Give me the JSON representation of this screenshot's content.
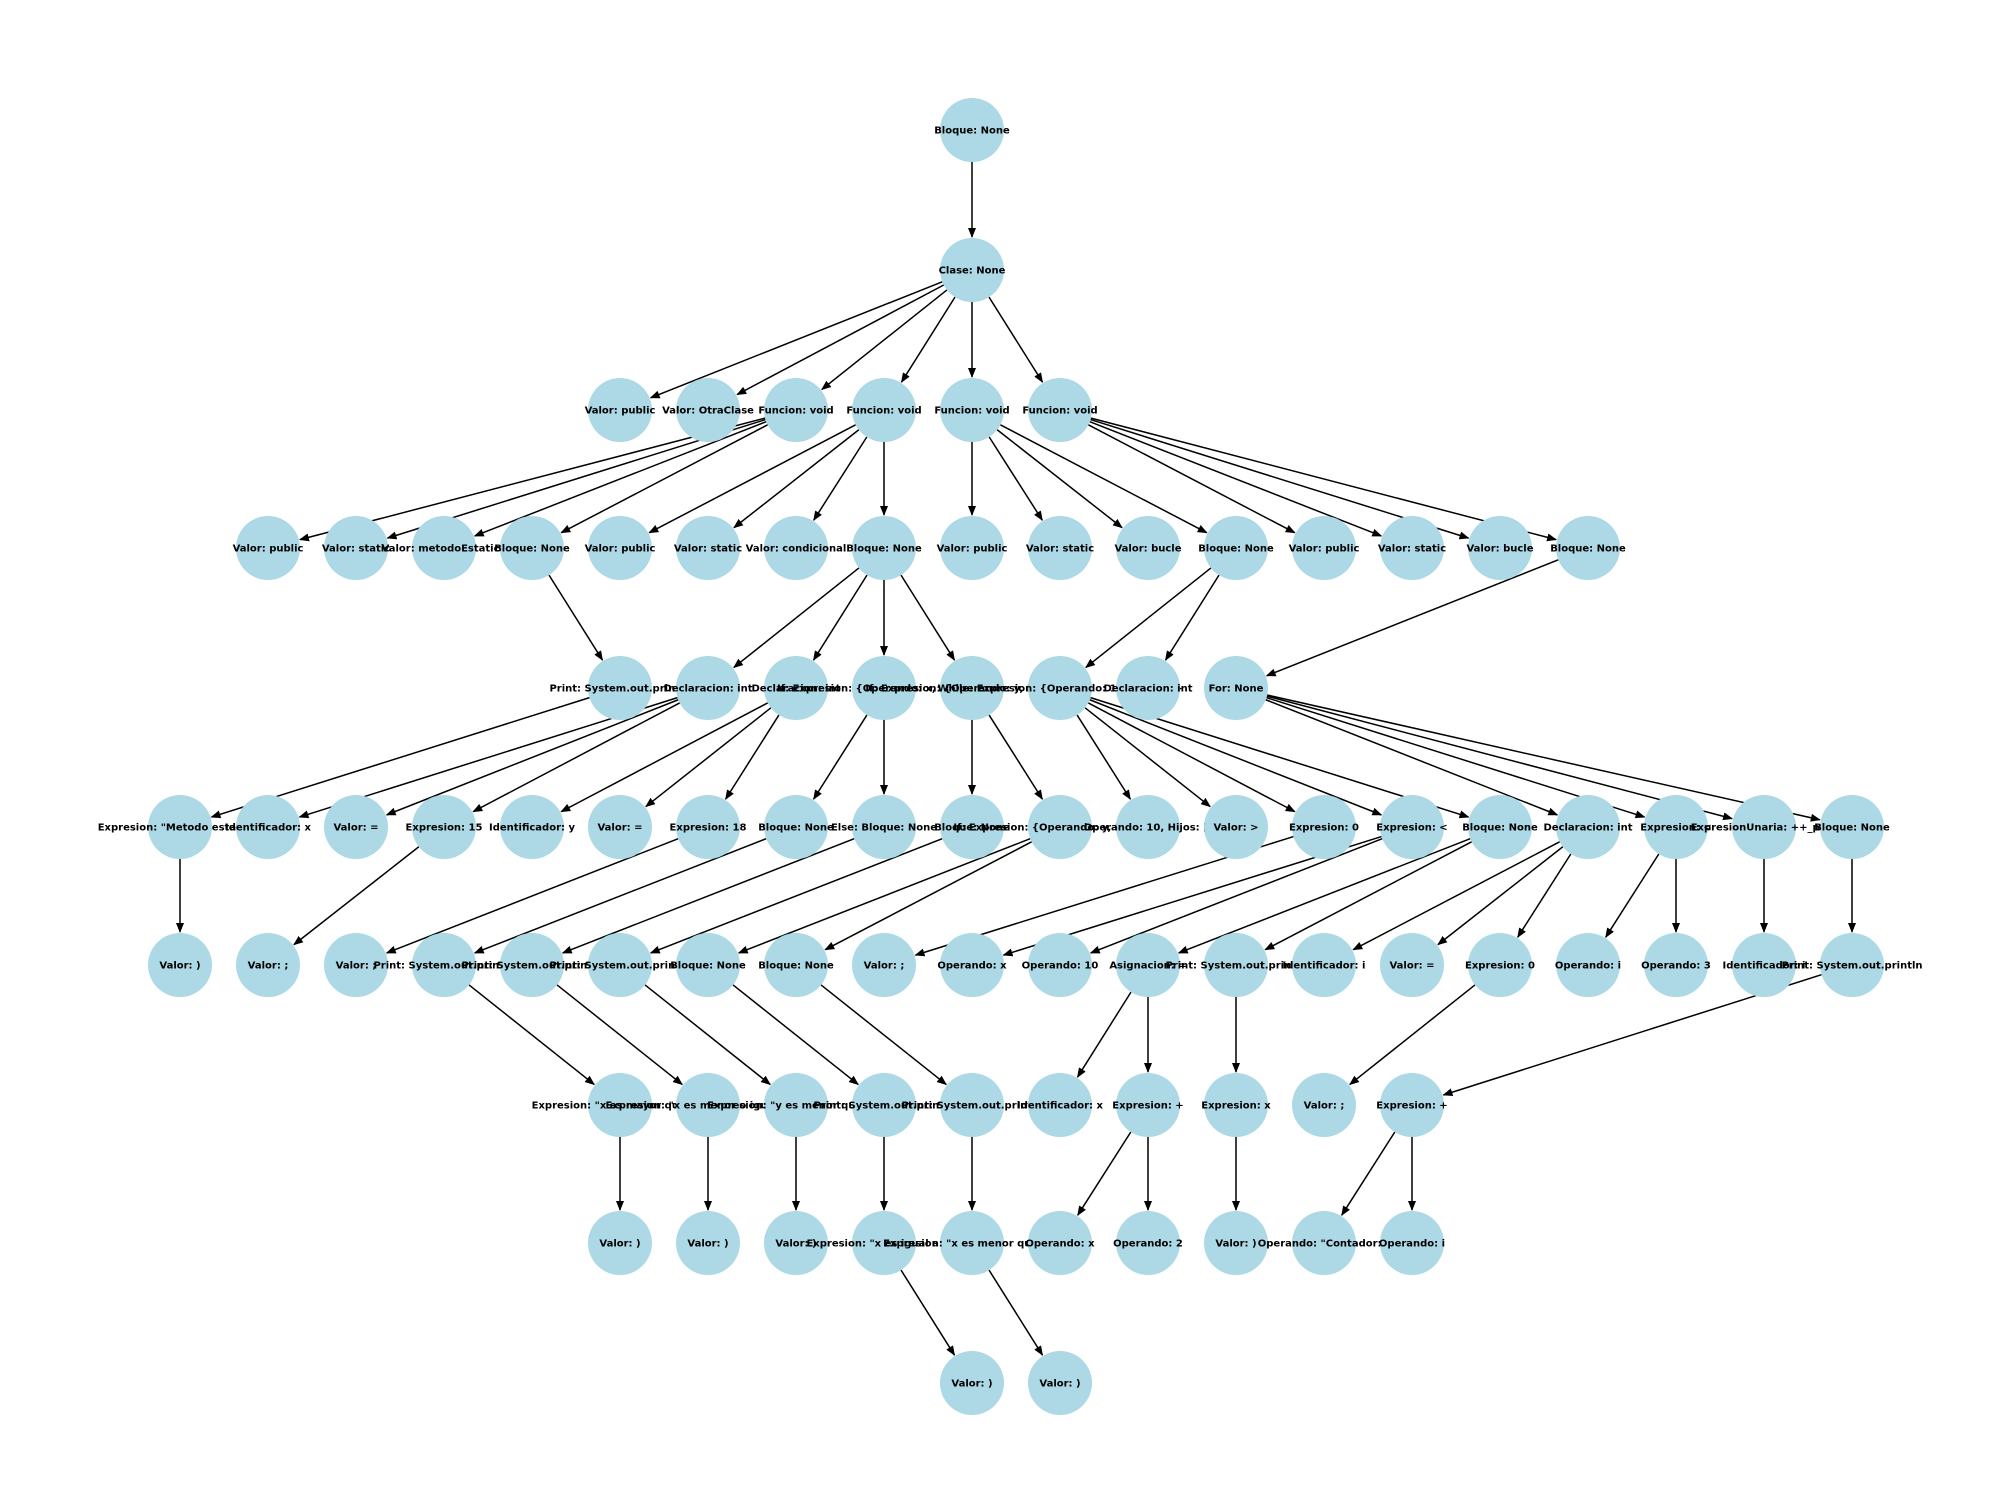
{
  "colors": {
    "node_fill": "#add8e6",
    "edge": "#000000",
    "text": "#000000",
    "background": "#ffffff"
  },
  "tree": {
    "nodes": [
      {
        "id": "root",
        "label": "Bloque: None"
      },
      {
        "id": "clase",
        "label": "Clase: None"
      },
      {
        "id": "c_public",
        "label": "Valor: public"
      },
      {
        "id": "c_otraclase",
        "label": "Valor: OtraClase"
      },
      {
        "id": "f1",
        "label": "Funcion: void"
      },
      {
        "id": "f2",
        "label": "Funcion: void"
      },
      {
        "id": "f3",
        "label": "Funcion: void"
      },
      {
        "id": "f4",
        "label": "Funcion: void"
      },
      {
        "id": "f1_public",
        "label": "Valor: public"
      },
      {
        "id": "f1_static",
        "label": "Valor: static"
      },
      {
        "id": "f1_name",
        "label": "Valor: metodoEstatico"
      },
      {
        "id": "f1_bloque",
        "label": "Bloque: None"
      },
      {
        "id": "f2_public",
        "label": "Valor: public"
      },
      {
        "id": "f2_static",
        "label": "Valor: static"
      },
      {
        "id": "f2_name",
        "label": "Valor: condicional"
      },
      {
        "id": "f2_bloque",
        "label": "Bloque: None"
      },
      {
        "id": "f3_public",
        "label": "Valor: public"
      },
      {
        "id": "f3_static",
        "label": "Valor: static"
      },
      {
        "id": "f3_name",
        "label": "Valor: bucle"
      },
      {
        "id": "f3_bloque",
        "label": "Bloque: None"
      },
      {
        "id": "f4_public",
        "label": "Valor: public"
      },
      {
        "id": "f4_static",
        "label": "Valor: static"
      },
      {
        "id": "f4_name",
        "label": "Valor: bucle"
      },
      {
        "id": "f4_bloque",
        "label": "Bloque: None"
      },
      {
        "id": "l4_print",
        "label": "Print: System.out.println"
      },
      {
        "id": "l4_decl1",
        "label": "Declaracion: int"
      },
      {
        "id": "l4_decl2",
        "label": "Declaracion: int"
      },
      {
        "id": "l4_if1",
        "label": "If: Expresion: {Operando: x, Hijos: []}"
      },
      {
        "id": "l4_if2",
        "label": "If: Expresion: {Operando: y, Hijos: []}"
      },
      {
        "id": "l4_while",
        "label": "While: Expresion: {Operando: 10, Hijos: []}"
      },
      {
        "id": "l4_decl3",
        "label": "Declaracion: int"
      },
      {
        "id": "l4_for",
        "label": "For: None"
      },
      {
        "id": "l5_expmetodo",
        "label": "Expresion: \"Metodo estatico\""
      },
      {
        "id": "l5_idx",
        "label": "Identificador: x"
      },
      {
        "id": "l5_eq1",
        "label": "Valor: ="
      },
      {
        "id": "l5_exp15",
        "label": "Expresion: 15"
      },
      {
        "id": "l5_idy",
        "label": "Identificador: y"
      },
      {
        "id": "l5_eq2",
        "label": "Valor: ="
      },
      {
        "id": "l5_exp18",
        "label": "Expresion: 18"
      },
      {
        "id": "l5_bloque_a",
        "label": "Bloque: None"
      },
      {
        "id": "l5_else1",
        "label": "Else: Bloque: None"
      },
      {
        "id": "l5_bloque_b",
        "label": "Bloque: None"
      },
      {
        "id": "l5_if3",
        "label": "If: Expresion: {Operando: y, Hijos: []}"
      },
      {
        "id": "l5_operando10",
        "label": "Operando: 10, Hijos: []"
      },
      {
        "id": "l5_valorgt",
        "label": "Valor: >"
      },
      {
        "id": "l5_exp0a",
        "label": "Expresion: 0"
      },
      {
        "id": "l5_explt",
        "label": "Expresion: <"
      },
      {
        "id": "l5_bloque_c",
        "label": "Bloque: None"
      },
      {
        "id": "l5_declint",
        "label": "Declaracion: int"
      },
      {
        "id": "l5_expfor",
        "label": "Expresion: <"
      },
      {
        "id": "l5_expun",
        "label": "ExpresionUnaria: ++_post"
      },
      {
        "id": "l5_bloque_d",
        "label": "Bloque: None"
      },
      {
        "id": "l6_valparen",
        "label": "Valor: )"
      },
      {
        "id": "l6_semi1",
        "label": "Valor: ;"
      },
      {
        "id": "l6_semi2",
        "label": "Valor: ;"
      },
      {
        "id": "l6_print1",
        "label": "Print: System.out.println"
      },
      {
        "id": "l6_print2",
        "label": "Print: System.out.println"
      },
      {
        "id": "l6_print3",
        "label": "Print: System.out.println"
      },
      {
        "id": "l6_bloque1",
        "label": "Bloque: None"
      },
      {
        "id": "l6_bloque2",
        "label": "Bloque: None"
      },
      {
        "id": "l6_semi3",
        "label": "Valor: ;"
      },
      {
        "id": "l6_opx",
        "label": "Operando: x"
      },
      {
        "id": "l6_op10",
        "label": "Operando: 10"
      },
      {
        "id": "l6_asig",
        "label": "Asignacion: ="
      },
      {
        "id": "l6_print4",
        "label": "Print: System.out.println"
      },
      {
        "id": "l6_idi",
        "label": "Identificador: i"
      },
      {
        "id": "l6_eq",
        "label": "Valor: ="
      },
      {
        "id": "l6_exp0",
        "label": "Expresion: 0"
      },
      {
        "id": "l6_opi",
        "label": "Operando: i"
      },
      {
        "id": "l6_op3",
        "label": "Operando: 3"
      },
      {
        "id": "l6_idi2",
        "label": "Identificador: i"
      },
      {
        "id": "l6_print5",
        "label": "Print: System.out.println"
      },
      {
        "id": "l7_exp1",
        "label": "Expresion: \"x es mayor que 10\""
      },
      {
        "id": "l7_exp2",
        "label": "Expresion: \"x es menor o igual a 10\""
      },
      {
        "id": "l7_exp3",
        "label": "Expresion: \"y es menor que 20\""
      },
      {
        "id": "l7_print6",
        "label": "Print: System.out.println"
      },
      {
        "id": "l7_print7",
        "label": "Print: System.out.println"
      },
      {
        "id": "l7_idx",
        "label": "Identificador: x"
      },
      {
        "id": "l7_expplus",
        "label": "Expresion: +"
      },
      {
        "id": "l7_expx",
        "label": "Expresion: x"
      },
      {
        "id": "l7_semi",
        "label": "Valor: ;"
      },
      {
        "id": "l7_expplus2",
        "label": "Expresion: +"
      },
      {
        "id": "l8_paren1",
        "label": "Valor: )"
      },
      {
        "id": "l8_paren2",
        "label": "Valor: )"
      },
      {
        "id": "l8_paren3",
        "label": "Valor: )"
      },
      {
        "id": "l8_exp4",
        "label": "Expresion: \"x es igual a 10\""
      },
      {
        "id": "l8_exp5",
        "label": "Expresion: \"x es menor que 10\""
      },
      {
        "id": "l8_opx",
        "label": "Operando: x"
      },
      {
        "id": "l8_op2",
        "label": "Operando: 2"
      },
      {
        "id": "l8_paren4",
        "label": "Valor: )"
      },
      {
        "id": "l8_opcont",
        "label": "Operando: \"Contador: \""
      },
      {
        "id": "l8_opi",
        "label": "Operando: i"
      },
      {
        "id": "l9_paren1",
        "label": "Valor: )"
      },
      {
        "id": "l9_paren2",
        "label": "Valor: )"
      }
    ],
    "edges": [
      [
        "root",
        "clase"
      ],
      [
        "clase",
        "c_public"
      ],
      [
        "clase",
        "c_otraclase"
      ],
      [
        "clase",
        "f1"
      ],
      [
        "clase",
        "f2"
      ],
      [
        "clase",
        "f3"
      ],
      [
        "clase",
        "f4"
      ],
      [
        "f1",
        "f1_public"
      ],
      [
        "f1",
        "f1_static"
      ],
      [
        "f1",
        "f1_name"
      ],
      [
        "f1",
        "f1_bloque"
      ],
      [
        "f2",
        "f2_public"
      ],
      [
        "f2",
        "f2_static"
      ],
      [
        "f2",
        "f2_name"
      ],
      [
        "f2",
        "f2_bloque"
      ],
      [
        "f3",
        "f3_public"
      ],
      [
        "f3",
        "f3_static"
      ],
      [
        "f3",
        "f3_name"
      ],
      [
        "f3",
        "f3_bloque"
      ],
      [
        "f4",
        "f4_public"
      ],
      [
        "f4",
        "f4_static"
      ],
      [
        "f4",
        "f4_name"
      ],
      [
        "f4",
        "f4_bloque"
      ],
      [
        "f1_bloque",
        "l4_print"
      ],
      [
        "f2_bloque",
        "l4_decl1"
      ],
      [
        "f2_bloque",
        "l4_decl2"
      ],
      [
        "f2_bloque",
        "l4_if1"
      ],
      [
        "f2_bloque",
        "l4_if2"
      ],
      [
        "f3_bloque",
        "l4_while"
      ],
      [
        "f3_bloque",
        "l4_decl3"
      ],
      [
        "f4_bloque",
        "l4_for"
      ],
      [
        "l4_print",
        "l5_expmetodo"
      ],
      [
        "l4_decl1",
        "l5_idx"
      ],
      [
        "l4_decl1",
        "l5_eq1"
      ],
      [
        "l4_decl1",
        "l5_exp15"
      ],
      [
        "l4_decl2",
        "l5_idy"
      ],
      [
        "l4_decl2",
        "l5_eq2"
      ],
      [
        "l4_decl2",
        "l5_exp18"
      ],
      [
        "l4_if1",
        "l5_bloque_a"
      ],
      [
        "l4_if1",
        "l5_else1"
      ],
      [
        "l4_if2",
        "l5_bloque_b"
      ],
      [
        "l4_if2",
        "l5_if3"
      ],
      [
        "l4_while",
        "l5_operando10"
      ],
      [
        "l4_while",
        "l5_valorgt"
      ],
      [
        "l4_while",
        "l5_exp0a"
      ],
      [
        "l4_while",
        "l5_explt"
      ],
      [
        "l4_while",
        "l5_bloque_c"
      ],
      [
        "l4_for",
        "l5_declint"
      ],
      [
        "l4_for",
        "l5_expfor"
      ],
      [
        "l4_for",
        "l5_expun"
      ],
      [
        "l4_for",
        "l5_bloque_d"
      ],
      [
        "l5_expmetodo",
        "l6_valparen"
      ],
      [
        "l5_exp15",
        "l6_semi1"
      ],
      [
        "l5_exp18",
        "l6_semi2"
      ],
      [
        "l5_bloque_a",
        "l6_print1"
      ],
      [
        "l5_else1",
        "l6_print2"
      ],
      [
        "l5_bloque_b",
        "l6_print3"
      ],
      [
        "l5_if3",
        "l6_bloque1"
      ],
      [
        "l5_if3",
        "l6_bloque2"
      ],
      [
        "l5_exp0a",
        "l6_semi3"
      ],
      [
        "l5_explt",
        "l6_opx"
      ],
      [
        "l5_explt",
        "l6_op10"
      ],
      [
        "l5_bloque_c",
        "l6_asig"
      ],
      [
        "l5_bloque_c",
        "l6_print4"
      ],
      [
        "l5_declint",
        "l6_idi"
      ],
      [
        "l5_declint",
        "l6_eq"
      ],
      [
        "l5_declint",
        "l6_exp0"
      ],
      [
        "l5_expfor",
        "l6_opi"
      ],
      [
        "l5_expfor",
        "l6_op3"
      ],
      [
        "l5_expun",
        "l6_idi2"
      ],
      [
        "l5_bloque_d",
        "l6_print5"
      ],
      [
        "l6_print1",
        "l7_exp1"
      ],
      [
        "l6_print2",
        "l7_exp2"
      ],
      [
        "l6_print3",
        "l7_exp3"
      ],
      [
        "l6_bloque1",
        "l7_print6"
      ],
      [
        "l6_bloque2",
        "l7_print7"
      ],
      [
        "l6_asig",
        "l7_idx"
      ],
      [
        "l6_asig",
        "l7_expplus"
      ],
      [
        "l6_print4",
        "l7_expx"
      ],
      [
        "l6_exp0",
        "l7_semi"
      ],
      [
        "l6_print5",
        "l7_expplus2"
      ],
      [
        "l7_exp1",
        "l8_paren1"
      ],
      [
        "l7_exp2",
        "l8_paren2"
      ],
      [
        "l7_exp3",
        "l8_paren3"
      ],
      [
        "l7_print6",
        "l8_exp4"
      ],
      [
        "l7_print7",
        "l8_exp5"
      ],
      [
        "l7_expplus",
        "l8_opx"
      ],
      [
        "l7_expplus",
        "l8_op2"
      ],
      [
        "l7_expx",
        "l8_paren4"
      ],
      [
        "l7_expplus2",
        "l8_opcont"
      ],
      [
        "l7_expplus2",
        "l8_opi"
      ],
      [
        "l8_exp4",
        "l9_paren1"
      ],
      [
        "l8_exp5",
        "l9_paren2"
      ]
    ]
  }
}
